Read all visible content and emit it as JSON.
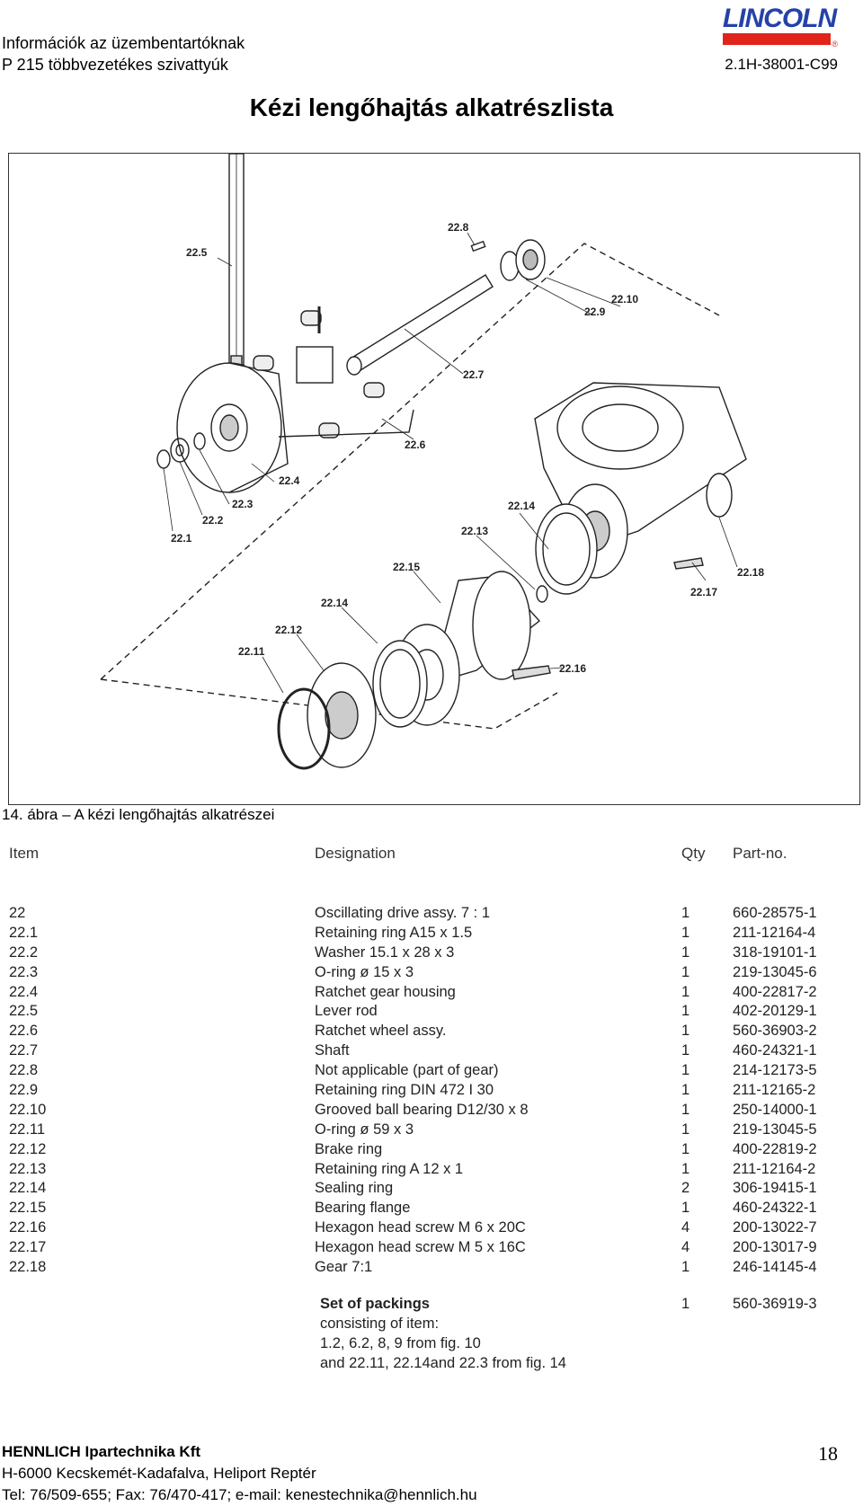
{
  "header": {
    "line1": "Információk az üzembentartóknak",
    "line2": "P 215 többvezetékes szivattyúk",
    "doc_number": "2.1H-38001-C99",
    "logo_text": "LINCOLN",
    "logo_mark": "®"
  },
  "title": "Kézi lengőhajtás alkatrészlista",
  "figure": {
    "caption": "14. ábra – A kézi lengőhajtás alkatrészei",
    "labels": [
      "22.5",
      "22.8",
      "22.10",
      "22.9",
      "22.7",
      "22.6",
      "22.4",
      "22.3",
      "22.2",
      "22.1",
      "22.14",
      "22.13",
      "22.15",
      "22.14",
      "22.12",
      "22.11",
      "22.16",
      "22.17",
      "22.18"
    ]
  },
  "table": {
    "headers": {
      "item": "Item",
      "designation": "Designation",
      "qty": "Qty",
      "part": "Part-no."
    },
    "rows": [
      {
        "item": "22",
        "designation": "Oscillating drive assy. 7 : 1",
        "qty": "1",
        "part": "660-28575-1"
      },
      {
        "item": "22.1",
        "designation": "Retaining ring  A15 x 1.5",
        "qty": "1",
        "part": "211-12164-4"
      },
      {
        "item": "22.2",
        "designation": "Washer 15.1 x 28 x 3",
        "qty": "1",
        "part": "318-19101-1"
      },
      {
        "item": "22.3",
        "designation": "O-ring  ø 15 x 3",
        "qty": "1",
        "part": "219-13045-6"
      },
      {
        "item": "22.4",
        "designation": "Ratchet gear housing",
        "qty": "1",
        "part": "400-22817-2"
      },
      {
        "item": "22.5",
        "designation": "Lever rod",
        "qty": "1",
        "part": "402-20129-1"
      },
      {
        "item": "22.6",
        "designation": "Ratchet wheel assy.",
        "qty": "1",
        "part": "560-36903-2"
      },
      {
        "item": "22.7",
        "designation": "Shaft",
        "qty": "1",
        "part": "460-24321-1"
      },
      {
        "item": "22.8",
        "designation": "Not applicable (part of gear)",
        "qty": "1",
        "part": "214-12173-5"
      },
      {
        "item": "22.9",
        "designation": "Retaining ring  DIN 472 I 30",
        "qty": "1",
        "part": "211-12165-2"
      },
      {
        "item": "22.10",
        "designation": "Grooved ball bearing D12/30 x 8",
        "qty": "1",
        "part": "250-14000-1"
      },
      {
        "item": "22.11",
        "designation": "O-ring ø 59 x 3",
        "qty": "1",
        "part": "219-13045-5"
      },
      {
        "item": "22.12",
        "designation": "Brake ring",
        "qty": "1",
        "part": "400-22819-2"
      },
      {
        "item": "22.13",
        "designation": "Retaining ring  A 12 x 1",
        "qty": "1",
        "part": "211-12164-2"
      },
      {
        "item": "22.14",
        "designation": "Sealing ring",
        "qty": "2",
        "part": "306-19415-1"
      },
      {
        "item": "22.15",
        "designation": "Bearing flange",
        "qty": "1",
        "part": "460-24322-1"
      },
      {
        "item": "22.16",
        "designation": "Hexagon head screw M 6 x 20C",
        "qty": "4",
        "part": "200-13022-7"
      },
      {
        "item": "22.17",
        "designation": "Hexagon head screw M 5 x 16C",
        "qty": "4",
        "part": "200-13017-9"
      },
      {
        "item": "22.18",
        "designation": "Gear 7:1",
        "qty": "1",
        "part": "246-14145-4"
      }
    ]
  },
  "packings": {
    "title": "Set of packings",
    "qty": "1",
    "part": "560-36919-3",
    "line1": "consisting of item:",
    "line2": "1.2, 6.2, 8, 9 from fig. 10",
    "line3": "and 22.11, 22.14and 22.3 from fig. 14"
  },
  "footer": {
    "company": "HENNLICH Ipartechnika Kft",
    "address": "H-6000 Kecskemét-Kadafalva, Heliport Reptér",
    "contact": "Tel: 76/509-655; Fax: 76/470-417; e-mail: kenestechnika@hennlich.hu",
    "page": "18"
  }
}
